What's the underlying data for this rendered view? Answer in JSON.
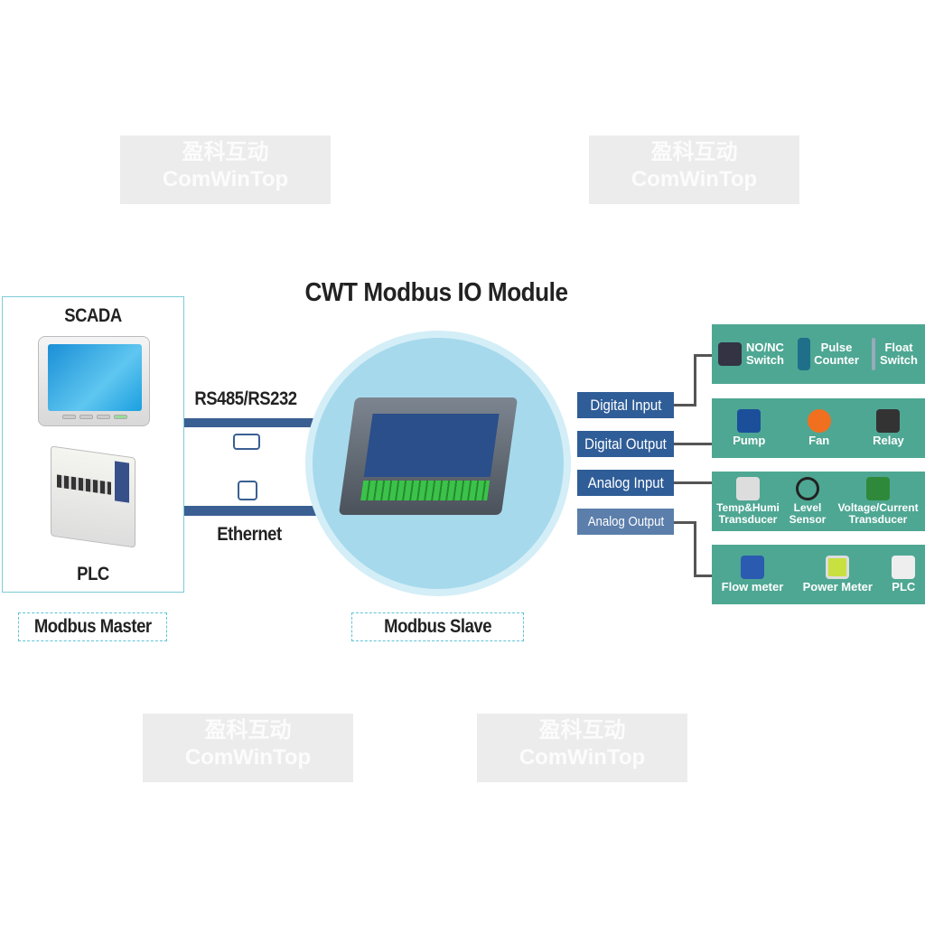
{
  "title": "CWT Modbus IO Module",
  "master": {
    "scada": "SCADA",
    "plc": "PLC",
    "label": "Modbus Master"
  },
  "links": {
    "serial": "RS485/RS232",
    "ethernet": "Ethernet"
  },
  "slave": {
    "label": "Modbus Slave"
  },
  "io": [
    "Digital Input",
    "Digital Output",
    "Analog Input",
    "Analog Output"
  ],
  "panels": [
    {
      "devices": [
        {
          "name": "NO/NC Switch"
        },
        {
          "name": "Pulse Counter"
        },
        {
          "name": "Float Switch"
        }
      ]
    },
    {
      "devices": [
        {
          "name": "Pump"
        },
        {
          "name": "Fan"
        },
        {
          "name": "Relay"
        }
      ]
    },
    {
      "devices": [
        {
          "name": "Temp&Humi Transducer"
        },
        {
          "name": "Level Sensor"
        },
        {
          "name": "Voltage/Current Transducer"
        }
      ]
    },
    {
      "devices": [
        {
          "name": "Flow meter"
        },
        {
          "name": "Power Meter"
        },
        {
          "name": "PLC"
        }
      ]
    }
  ],
  "watermark": {
    "cn": "盈科互动",
    "en": "ComWinTop"
  },
  "colors": {
    "accent": "#2f5d97",
    "panel": "#4ea793",
    "circle": "#a7d9ec",
    "border": "#7ccbd9"
  }
}
